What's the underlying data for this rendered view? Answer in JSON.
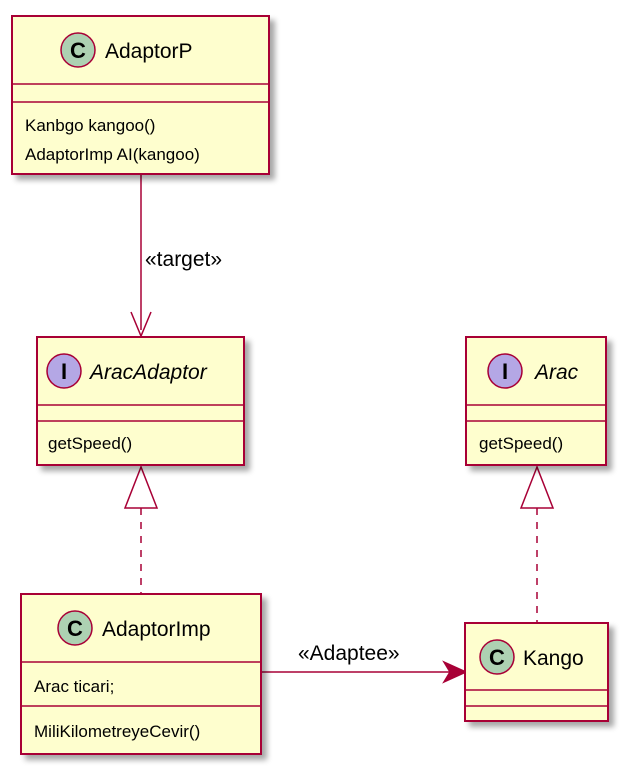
{
  "colors": {
    "box_fill": "#FEFECE",
    "box_border": "#A80036",
    "class_badge": "#ADD1B2",
    "interface_badge": "#B4A7E5",
    "edge": "#A80036"
  },
  "classes": {
    "adaptorp": {
      "badge": "C",
      "name": "AdaptorP",
      "members": [
        "Kanbgo kangoo()",
        "AdaptorImp AI(kangoo)"
      ]
    },
    "aracadaptor": {
      "badge": "I",
      "name": "AracAdaptor",
      "members": [
        "getSpeed()"
      ]
    },
    "arac": {
      "badge": "I",
      "name": "Arac",
      "members": [
        "getSpeed()"
      ]
    },
    "adaptorimp": {
      "badge": "C",
      "name": "AdaptorImp",
      "fields": [
        "Arac ticari;"
      ],
      "methods": [
        "MiliKilometreyeCevir()"
      ]
    },
    "kango": {
      "badge": "C",
      "name": "Kango"
    }
  },
  "relations": {
    "target": {
      "label": "«target»"
    },
    "adaptee": {
      "label": "«Adaptee»"
    }
  }
}
